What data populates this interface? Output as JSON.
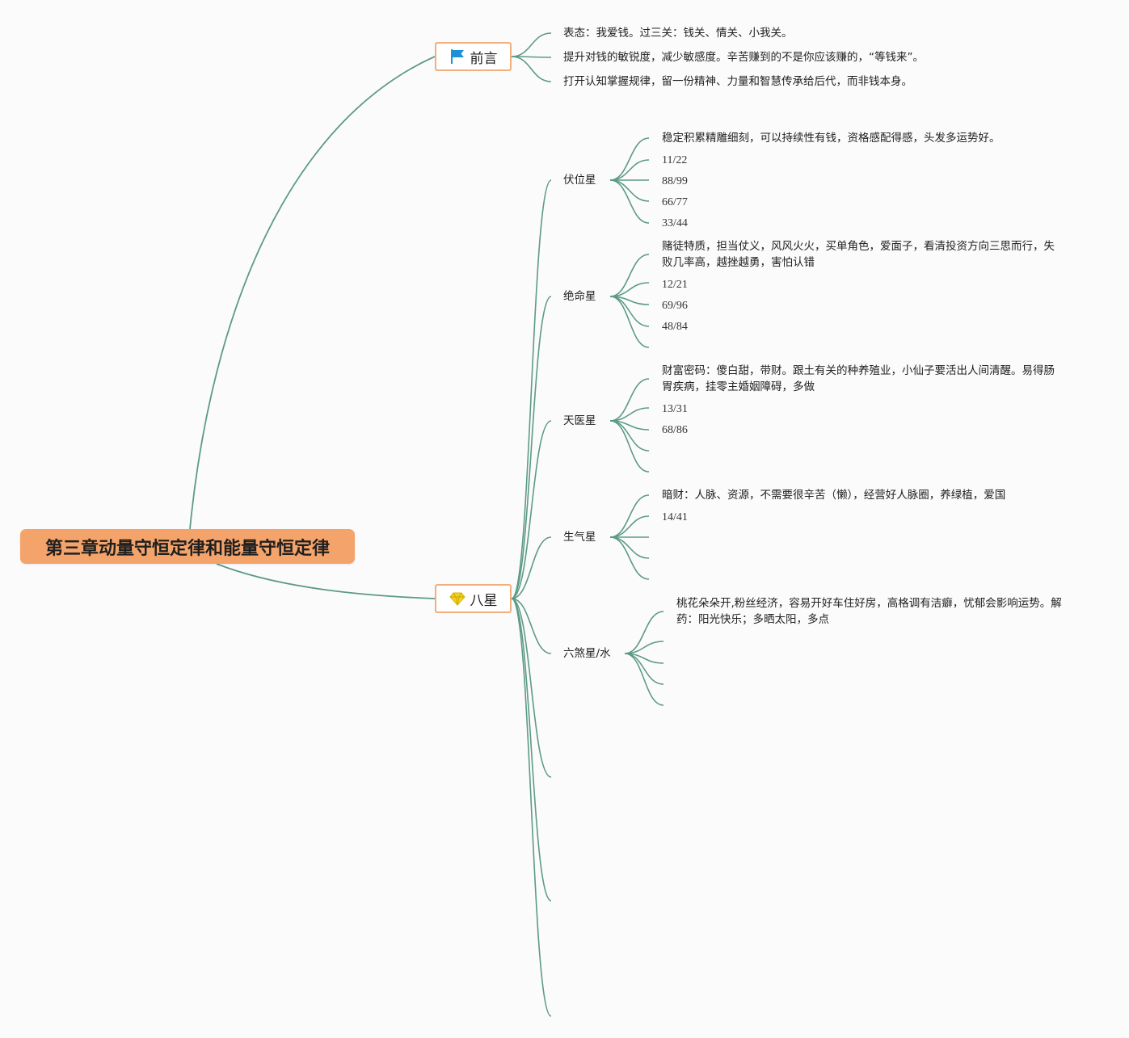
{
  "colors": {
    "line": "#5d9a88",
    "root_fill": "#f4a46b",
    "topic_border": "#f2ae7c",
    "flag_icon": "#1e90d6",
    "gem_icon": "#f3d21b"
  },
  "root": {
    "label": "第三章动量守恒定律和能量守恒定律"
  },
  "preface": {
    "label": "前言",
    "icon": "flag-icon",
    "items": [
      "表态：我爱钱。过三关：钱关、情关、小我关。",
      "提升对钱的敏锐度，减少敏感度。辛苦赚到的不是你应该赚的，“等钱来”。",
      "打开认知掌握规律，留一份精神、力量和智慧传承给后代，而非钱本身。"
    ]
  },
  "eight_stars": {
    "label": "八星",
    "icon": "gem-icon",
    "stars": [
      {
        "name": "伏位星",
        "desc": "稳定积累精雕细刻，可以持续性有钱，资格感配得感，头发多运势好。",
        "numbers": [
          "11/22",
          "88/99",
          "66/77",
          "33/44"
        ]
      },
      {
        "name": "绝命星",
        "desc": "赌徒特质，担当仗义，风风火火，买单角色，爱面子，看清投资方向三思而行，失败几率高，越挫越勇，害怕认错",
        "numbers": [
          "12/21",
          "69/96",
          "48/84"
        ]
      },
      {
        "name": "天医星",
        "desc": "财富密码：傻白甜，带财。跟土有关的种养殖业，小仙子要活出人间清醒。易得肠胃疾病，挂零主婚姻障碍，多做",
        "numbers": [
          "13/31",
          "68/86"
        ]
      },
      {
        "name": "生气星",
        "desc": "暗财：人脉、资源，不需要很辛苦（懒），经营好人脉圈，养绿植，爱国",
        "numbers": [
          "14/41"
        ]
      },
      {
        "name": "六煞星/水",
        "desc": "桃花朵朵开,粉丝经济，容易开好车住好房，高格调有洁癖，忧郁会影响运势。解药：阳光快乐；多晒太阳，多点",
        "numbers": []
      }
    ]
  }
}
